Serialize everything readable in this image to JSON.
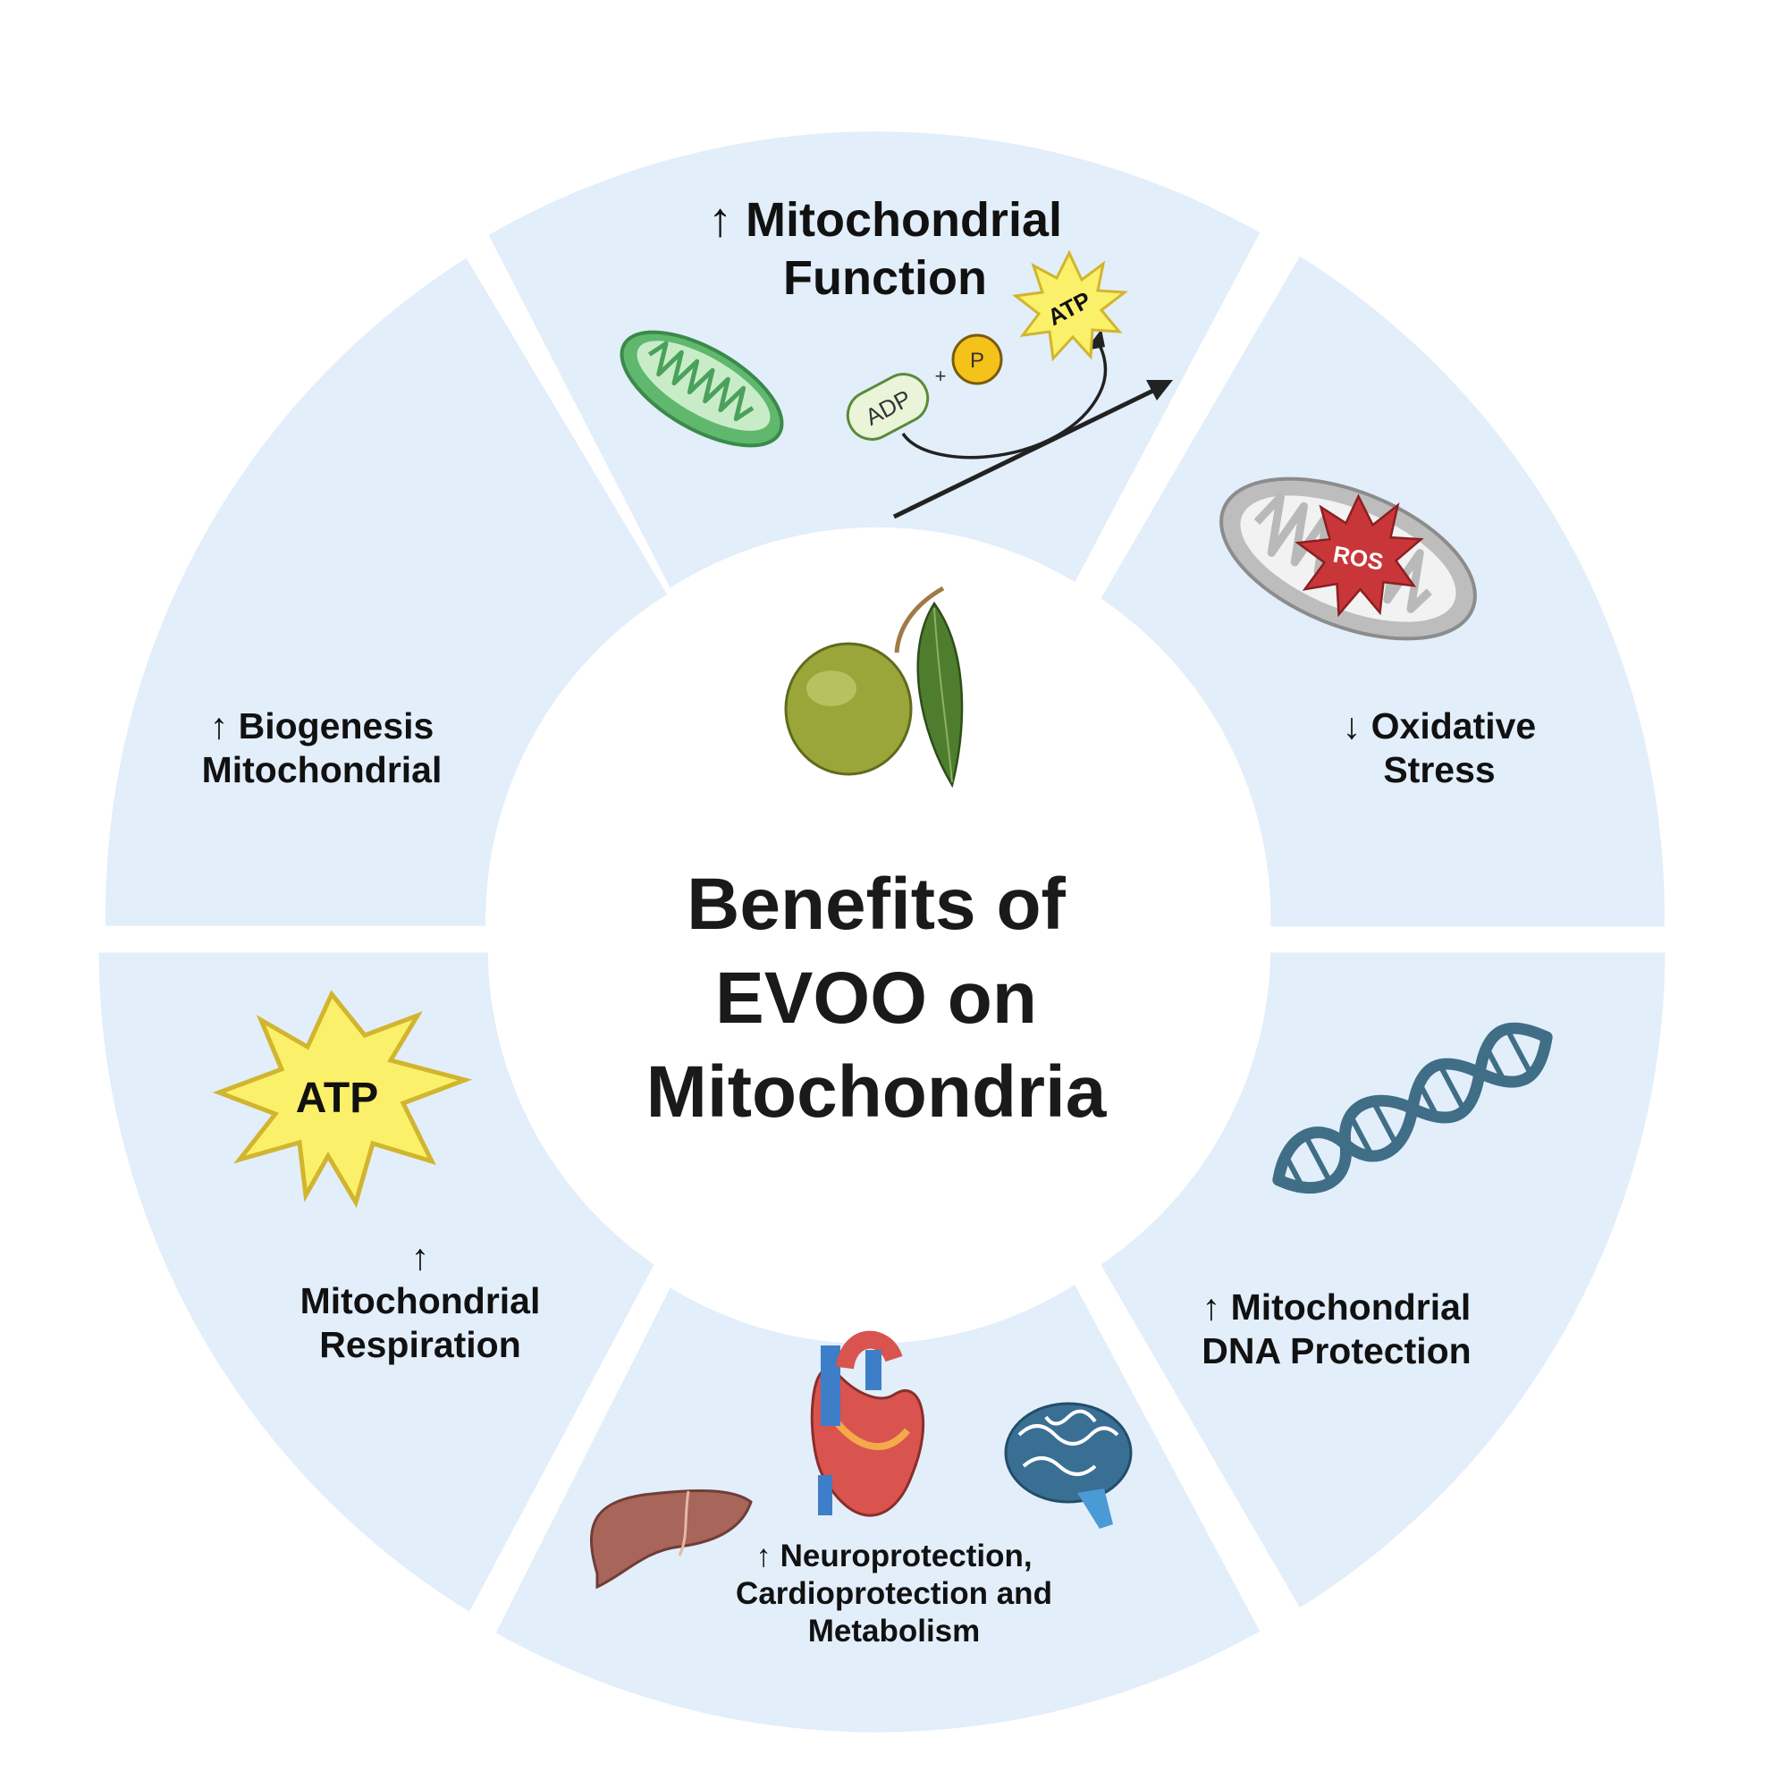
{
  "title": {
    "line1": "Benefits of",
    "line2": "EVOO on",
    "line3": "Mitochondria"
  },
  "segments": [
    {
      "id": "top",
      "line1": "↑ Mitochondrial",
      "line2": "Function"
    },
    {
      "id": "top-right",
      "line1": "↓ Oxidative",
      "line2": "Stress"
    },
    {
      "id": "bottom-right",
      "line1": "↑ Mitochondrial",
      "line2": "DNA Protection"
    },
    {
      "id": "bottom",
      "line1": "↑ Neuroprotection,",
      "line2": "Cardioprotection and",
      "line3": "Metabolism"
    },
    {
      "id": "bottom-left",
      "line1": "↑",
      "line2": "Mitochondrial",
      "line3": "Respiration"
    },
    {
      "id": "top-left",
      "line1": "↑ Biogenesis",
      "line2": "Mitochondrial"
    }
  ],
  "icon_labels": {
    "atp_small": "ATP",
    "adp": "ADP",
    "phosphate": "P",
    "plus": "+",
    "ros": "ROS",
    "atp_large": "ATP"
  },
  "colors": {
    "segment_fill": "#e2eefa",
    "center_fill": "#ffffff",
    "mito_green": "#5fb86d",
    "olive": "#9aa53a",
    "atp_yellow": "#fbf06a",
    "ros_red": "#c8363a",
    "dna_blue": "#3f6e86",
    "brain_blue": "#3a6f94",
    "liver_brown": "#a8655a"
  }
}
